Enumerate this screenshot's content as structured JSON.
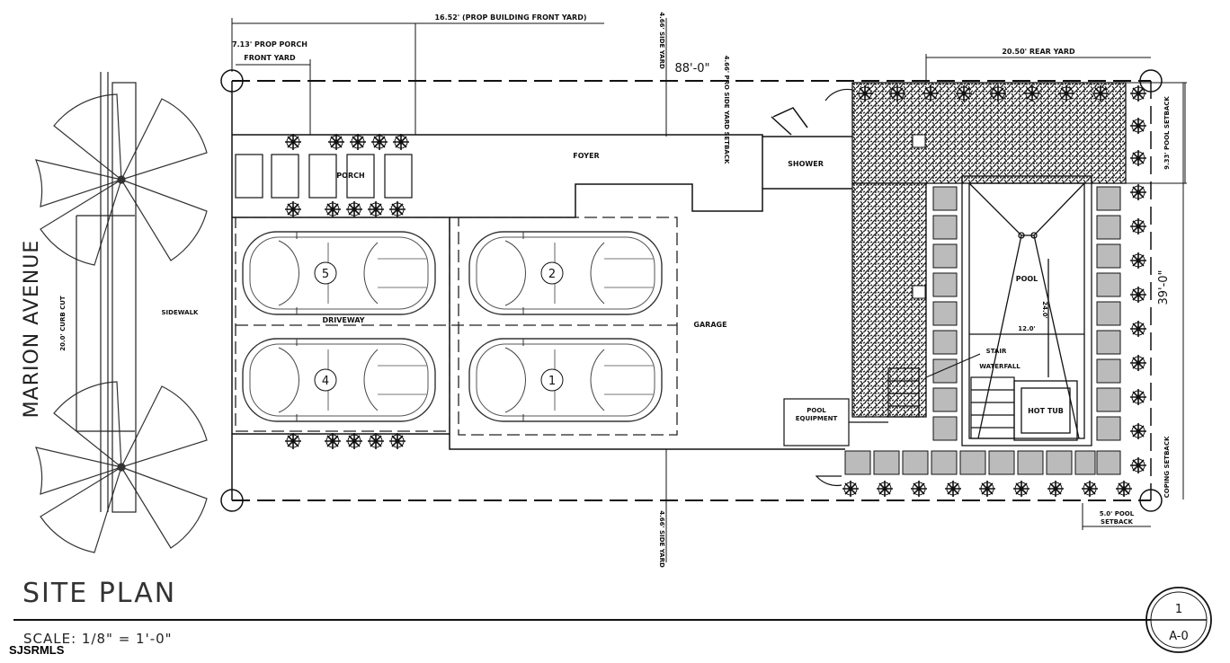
{
  "street": "MARION AVENUE",
  "labels": {
    "sidewalk": "SIDEWALK",
    "curb_cut": "20.0' CURB CUT",
    "front_yard": "16.52' (PROP BUILDING FRONT YARD)",
    "porch_yard_1": "7.13' PROP PORCH",
    "porch_yard_2": "FRONT YARD",
    "side_yard_top": "4.66' SIDE YARD",
    "side_yard_top2": "4.66' PRO SIDE YARD SETBACK",
    "side_yard_bottom": "4.66' SIDE YARD",
    "rear_yard": "20.50' REAR YARD",
    "pool_setback": "9.33' POOL SETBACK",
    "coping": "COPING SETBACK",
    "pool_setback_bottom_1": "5.0' POOL",
    "pool_setback_bottom_2": "SETBACK",
    "dim_width": "88'-0\"",
    "dim_depth": "39'-0\"",
    "foyer": "FOYER",
    "porch": "PORCH",
    "shower": "SHOWER",
    "driveway": "DRIVEWAY",
    "garage": "GARAGE",
    "pool": "POOL",
    "pool_w": "12.0'",
    "pool_l": "24.0'",
    "stair": "STAIR",
    "waterfall": "WATERFALL",
    "hot_tub": "HOT TUB",
    "pool_equip_1": "POOL",
    "pool_equip_2": "EQUIPMENT"
  },
  "cars": [
    "5",
    "2",
    "4",
    "1"
  ],
  "title": "SITE PLAN",
  "scale": "SCALE: 1/8\" = 1'-0\"",
  "sheet": {
    "number": "1",
    "id": "A-0"
  },
  "watermark": "SJSRMLS"
}
